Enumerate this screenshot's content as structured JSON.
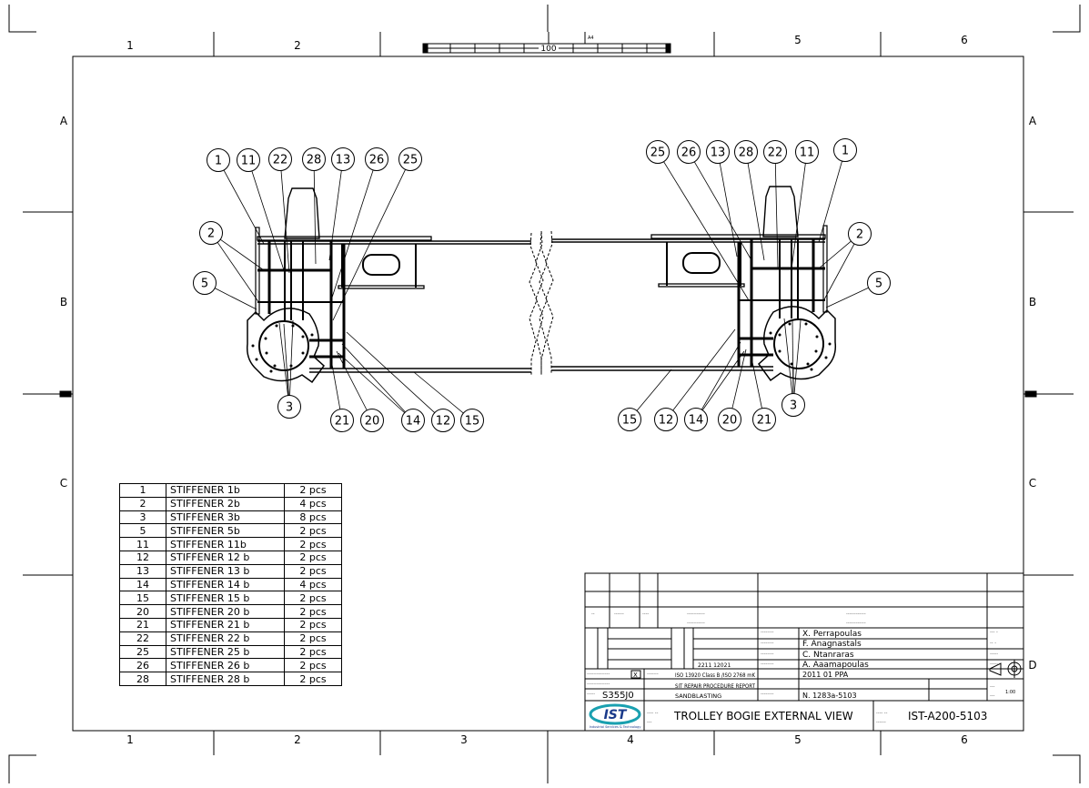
{
  "frame": {
    "top_zones": [
      "1",
      "2",
      "5",
      "6"
    ],
    "bottom_zones": [
      "1",
      "2",
      "3",
      "4",
      "5",
      "6"
    ],
    "left_rows": [
      "A",
      "B",
      "C"
    ],
    "right_rows": [
      "A",
      "B",
      "C",
      "D"
    ],
    "scale_bar_label": "100",
    "paper_size": "A4"
  },
  "balloons_left": [
    "1",
    "11",
    "22",
    "28",
    "13",
    "26",
    "25",
    "2",
    "5",
    "3",
    "21",
    "20",
    "14",
    "12",
    "15"
  ],
  "balloons_right": [
    "25",
    "26",
    "13",
    "28",
    "22",
    "11",
    "1",
    "2",
    "5",
    "3",
    "15",
    "12",
    "14",
    "20",
    "21"
  ],
  "bom": [
    {
      "no": "1",
      "desc": "STIFFENER  1b",
      "qty": "2 pcs"
    },
    {
      "no": "2",
      "desc": "STIFFENER  2b",
      "qty": "4 pcs"
    },
    {
      "no": "3",
      "desc": "STIFFENER  3b",
      "qty": "8 pcs"
    },
    {
      "no": "5",
      "desc": "STIFFENER  5b",
      "qty": "2 pcs"
    },
    {
      "no": "11",
      "desc": "STIFFENER  11b",
      "qty": "2 pcs"
    },
    {
      "no": "12",
      "desc": "STIFFENER  12 b",
      "qty": "2 pcs"
    },
    {
      "no": "13",
      "desc": "STIFFENER  13 b",
      "qty": "2 pcs"
    },
    {
      "no": "14",
      "desc": "STIFFENER  14 b",
      "qty": "4 pcs"
    },
    {
      "no": "15",
      "desc": "STIFFENER  15 b",
      "qty": "2 pcs"
    },
    {
      "no": "20",
      "desc": "STIFFENER  20 b",
      "qty": "2 pcs"
    },
    {
      "no": "21",
      "desc": "STIFFENER  21 b",
      "qty": "2 pcs"
    },
    {
      "no": "22",
      "desc": "STIFFENER  22 b",
      "qty": "2 pcs"
    },
    {
      "no": "25",
      "desc": "STIFFENER  25 b",
      "qty": "2 pcs"
    },
    {
      "no": "26",
      "desc": "STIFFENER  26 b",
      "qty": "2 pcs"
    },
    {
      "no": "28",
      "desc": "STIFFENER  28 b",
      "qty": "2 pcs"
    }
  ],
  "title_block": {
    "drawn_by": "X. Perrapoulas",
    "checked_by": "F. Anagnastals",
    "approved_by": "C. Ntanraras",
    "released_by": "A. Aaamapoulas",
    "date": "2211 12021",
    "tolerance_mark": "X",
    "tolerances": "ISO 13920 Class B /ISO 2768 mK",
    "project": "2011 01 PPA",
    "report": "SIT REPAIR PROCEDURE REPORT",
    "surface": "SANDBLASTING",
    "material": "S355J0",
    "order_no": "N. 1283a-5103",
    "scale": "1:00",
    "company_logo": "IST",
    "company_tagline": "Industrial Services & Technology",
    "title": "TROLLEY  BOGIE EXTERNAL VIEW",
    "drawing_no": "IST-A200-5103"
  }
}
